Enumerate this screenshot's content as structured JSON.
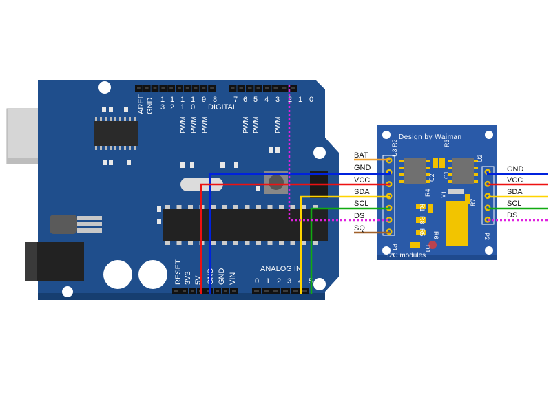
{
  "arduino": {
    "digital_title": "DIGITAL",
    "aref": "AREF",
    "gnd_top": "GND",
    "digital_pins": [
      {
        "label": "13",
        "pwm": ""
      },
      {
        "label": "12",
        "pwm": ""
      },
      {
        "label": "11",
        "pwm": "PWM"
      },
      {
        "label": "10",
        "pwm": "PWM"
      },
      {
        "label": "9",
        "pwm": "PWM"
      },
      {
        "label": "8",
        "pwm": ""
      },
      {
        "label": "7",
        "pwm": ""
      },
      {
        "label": "6",
        "pwm": "PWM"
      },
      {
        "label": "5",
        "pwm": "PWM"
      },
      {
        "label": "4",
        "pwm": ""
      },
      {
        "label": "3",
        "pwm": "PWM"
      },
      {
        "label": "2",
        "pwm": ""
      },
      {
        "label": "1",
        "pwm": ""
      },
      {
        "label": "0",
        "pwm": ""
      }
    ],
    "power_pins": [
      "RESET",
      "3V3",
      "5V",
      "GND",
      "GND",
      "VIN"
    ],
    "analog_title": "ANALOG IN",
    "analog_pins": [
      "0",
      "1",
      "2",
      "3",
      "4",
      "5"
    ]
  },
  "module": {
    "header_text": "Design by Waiman",
    "footer_text": "I2C modules",
    "p1_label": "P1",
    "p2_label": "P2",
    "u2_label": "U2",
    "u3_label": "U3",
    "components": [
      "R2",
      "R3",
      "C1",
      "C2",
      "R4",
      "X1",
      "R7",
      "R1",
      "R8",
      "R5",
      "R6",
      "D1"
    ],
    "left_pins": [
      "BAT",
      "GND",
      "VCC",
      "SDA",
      "SCL",
      "DS",
      "SQ"
    ],
    "right_pins": [
      "GND",
      "VCC",
      "SDA",
      "SCL",
      "DS"
    ]
  },
  "colors": {
    "board": "#1f4e8c",
    "module": "#2a5aa8",
    "bat": "#f0a030",
    "gnd": "#0022dd",
    "vcc": "#ee1111",
    "sda": "#ffd400",
    "scl": "#11aa11",
    "ds": "#e020e0",
    "sq": "#a0602a"
  }
}
